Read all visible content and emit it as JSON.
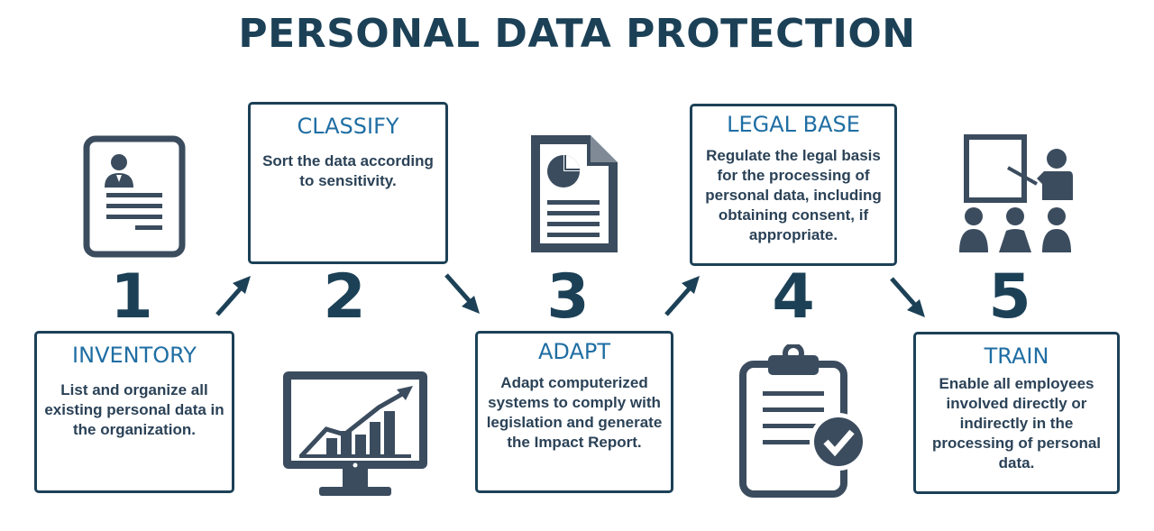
{
  "title": "PERSONAL DATA PROTECTION",
  "steps": [
    {
      "number": "1",
      "heading": "INVENTORY",
      "text": "List and organize all existing personal data in the organization.",
      "icon": "resume-icon"
    },
    {
      "number": "2",
      "heading": "CLASSIFY",
      "text": "Sort the data according to sensitivity.",
      "icon": "monitor-chart-icon"
    },
    {
      "number": "3",
      "heading": "ADAPT",
      "text": "Adapt computerized systems to comply with legislation and generate the Impact Report.",
      "icon": "document-pie-icon"
    },
    {
      "number": "4",
      "heading": "LEGAL BASE",
      "text": "Regulate the legal basis for the processing of personal data, including obtaining consent, if appropriate.",
      "icon": "clipboard-check-icon"
    },
    {
      "number": "5",
      "heading": "TRAIN",
      "text": "Enable all employees involved directly or indirectly in the processing of personal data.",
      "icon": "training-icon"
    }
  ],
  "colors": {
    "primary": "#1c4157",
    "icon": "#3b4c5e",
    "heading": "#1f6ea3"
  }
}
